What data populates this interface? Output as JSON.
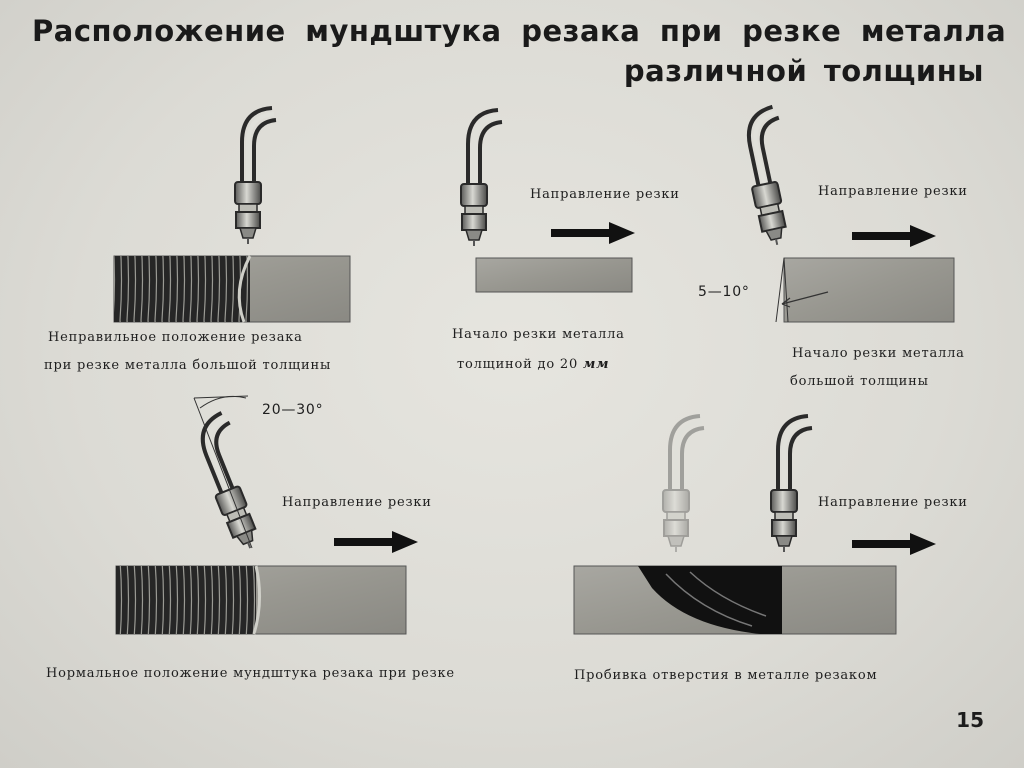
{
  "title": {
    "line1": "Расположение мундштука   резака   при  резке металла",
    "line2": "различной толщины"
  },
  "panels": [
    {
      "caption_line1": "Неправильное положение резака",
      "caption_line2": "при резке металла большой толщины"
    },
    {
      "direction_label": "Направление резки",
      "caption_line1": "Начало резки металла",
      "caption_line2": "толщиной до 20",
      "caption_unit": "мм"
    },
    {
      "direction_label": "Направление резки",
      "angle_label": "5—10°",
      "caption_line1": "Начало резки металла",
      "caption_line2": "большой толщины"
    },
    {
      "direction_label": "Направление резки",
      "angle_label": "20—30°",
      "caption_line1": "Нормальное положение мундштука резака при резке"
    },
    {
      "direction_label": "Направление резки",
      "caption_line1": "Пробивка отверстия в металле резаком"
    }
  ],
  "page_number": "15"
}
